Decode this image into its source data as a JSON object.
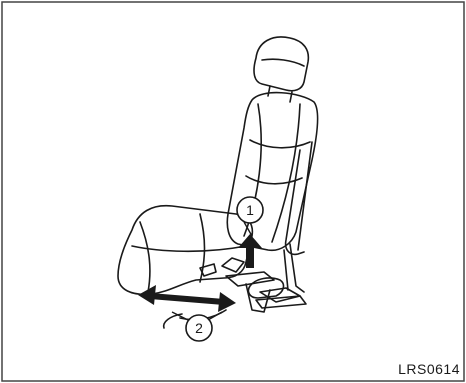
{
  "figure": {
    "code": "LRS0614",
    "callouts": [
      {
        "id": "1",
        "label": "1"
      },
      {
        "id": "2",
        "label": "2"
      }
    ]
  },
  "colors": {
    "line": "#1a1a1a",
    "frame": "#444444",
    "background": "#ffffff"
  }
}
